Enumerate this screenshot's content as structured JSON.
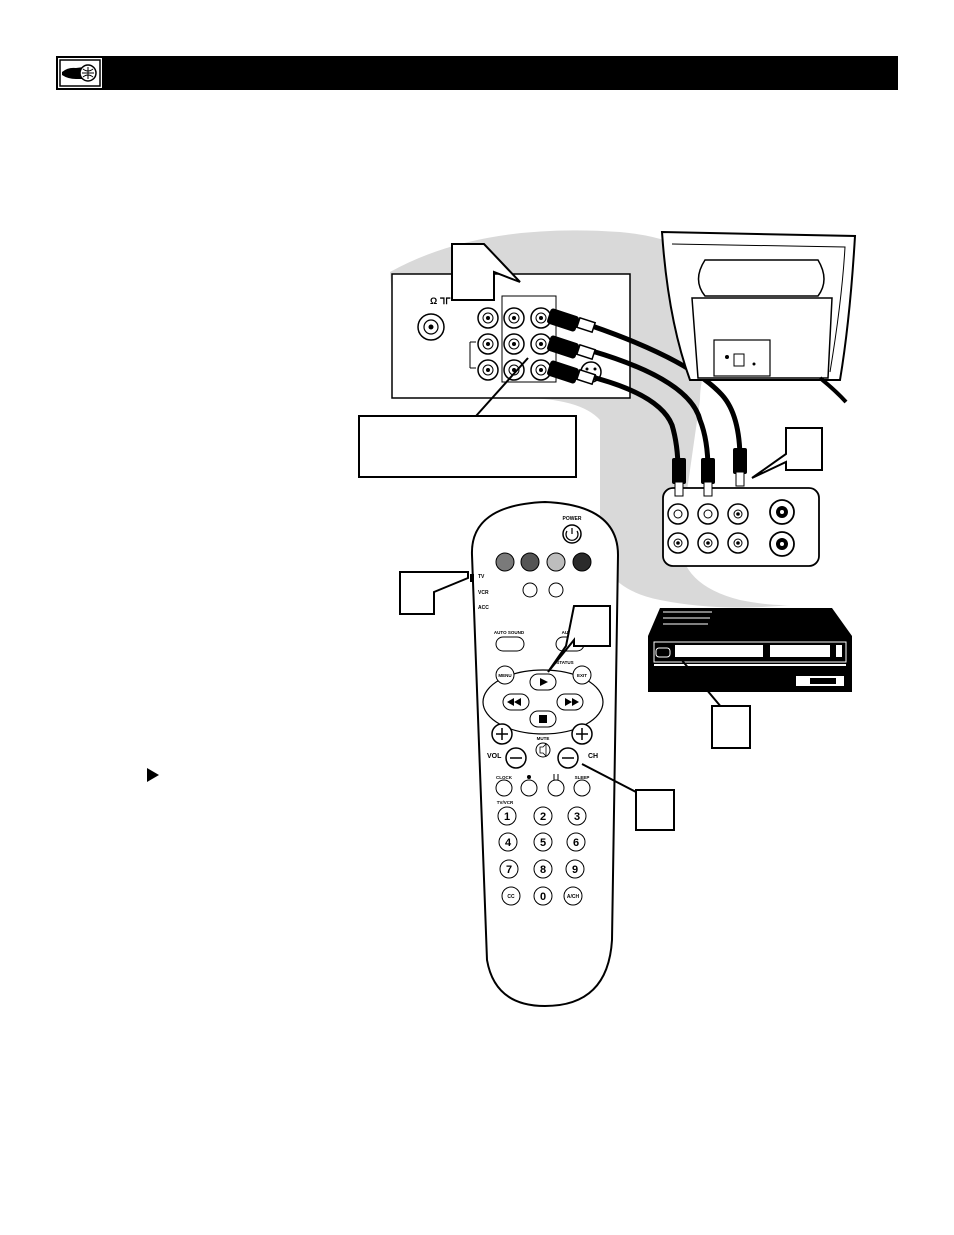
{
  "panel": {
    "antenna_label": "Ω ᒣᒥ"
  },
  "remote": {
    "power": "POWER",
    "mode_tv": "TV",
    "mode_vcr": "VCR",
    "mode_acc": "ACC",
    "auto_sound": "AUTO SOUND",
    "auto_picture": "AUTO",
    "status": "STATUS",
    "menu": "MENU",
    "exit": "EXIT",
    "vol": "VOL",
    "ch": "CH",
    "mute": "MUTE",
    "clock": "CLOCK",
    "tv_vcr": "TV/VCR",
    "sleep": "SLEEP",
    "cc": "CC",
    "ach": "A/CH",
    "digits": [
      "1",
      "2",
      "3",
      "4",
      "5",
      "6",
      "7",
      "8",
      "9",
      "0"
    ]
  },
  "colors": {
    "header_bar": "#000000",
    "swoosh": "#d9d9d9",
    "remote_body": "#ffffff",
    "color_key_1": "#7a7a7a",
    "color_key_2": "#555555",
    "color_key_3": "#bdbdbd",
    "color_key_4": "#2b2b2b"
  },
  "icons": {
    "header": "hand-pointing-icon",
    "play": "play-arrow-icon"
  }
}
